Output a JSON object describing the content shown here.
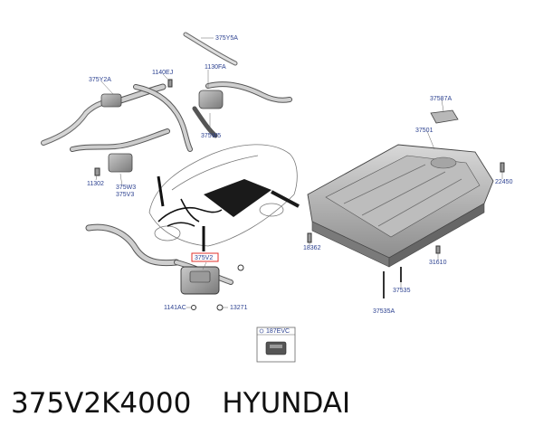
{
  "diagram": {
    "labels": {
      "p375Y5A": "375Y5A",
      "p375Y2A": "375Y2A",
      "p1140EJ": "1140EJ",
      "p1130FA": "1130FA",
      "p375W5": "375W5",
      "p11302": "11302",
      "p375W3": "375W3",
      "p375V3": "375V3",
      "p375V2": "375V2",
      "p1141AC": "1141AC",
      "p13271": "13271",
      "p375P7A": "37587A",
      "p37501": "37501",
      "p22450": "22450",
      "p18362": "18362",
      "p31610": "31610",
      "p37535": "37535",
      "p37535A": "37535A",
      "p187EVC": "187EVC"
    },
    "colors": {
      "label": "#2a3f8f",
      "highlight": "#e0322b",
      "line": "#333333"
    }
  },
  "caption": {
    "part_number": "375V2K4000",
    "brand": "HYUNDAI"
  }
}
